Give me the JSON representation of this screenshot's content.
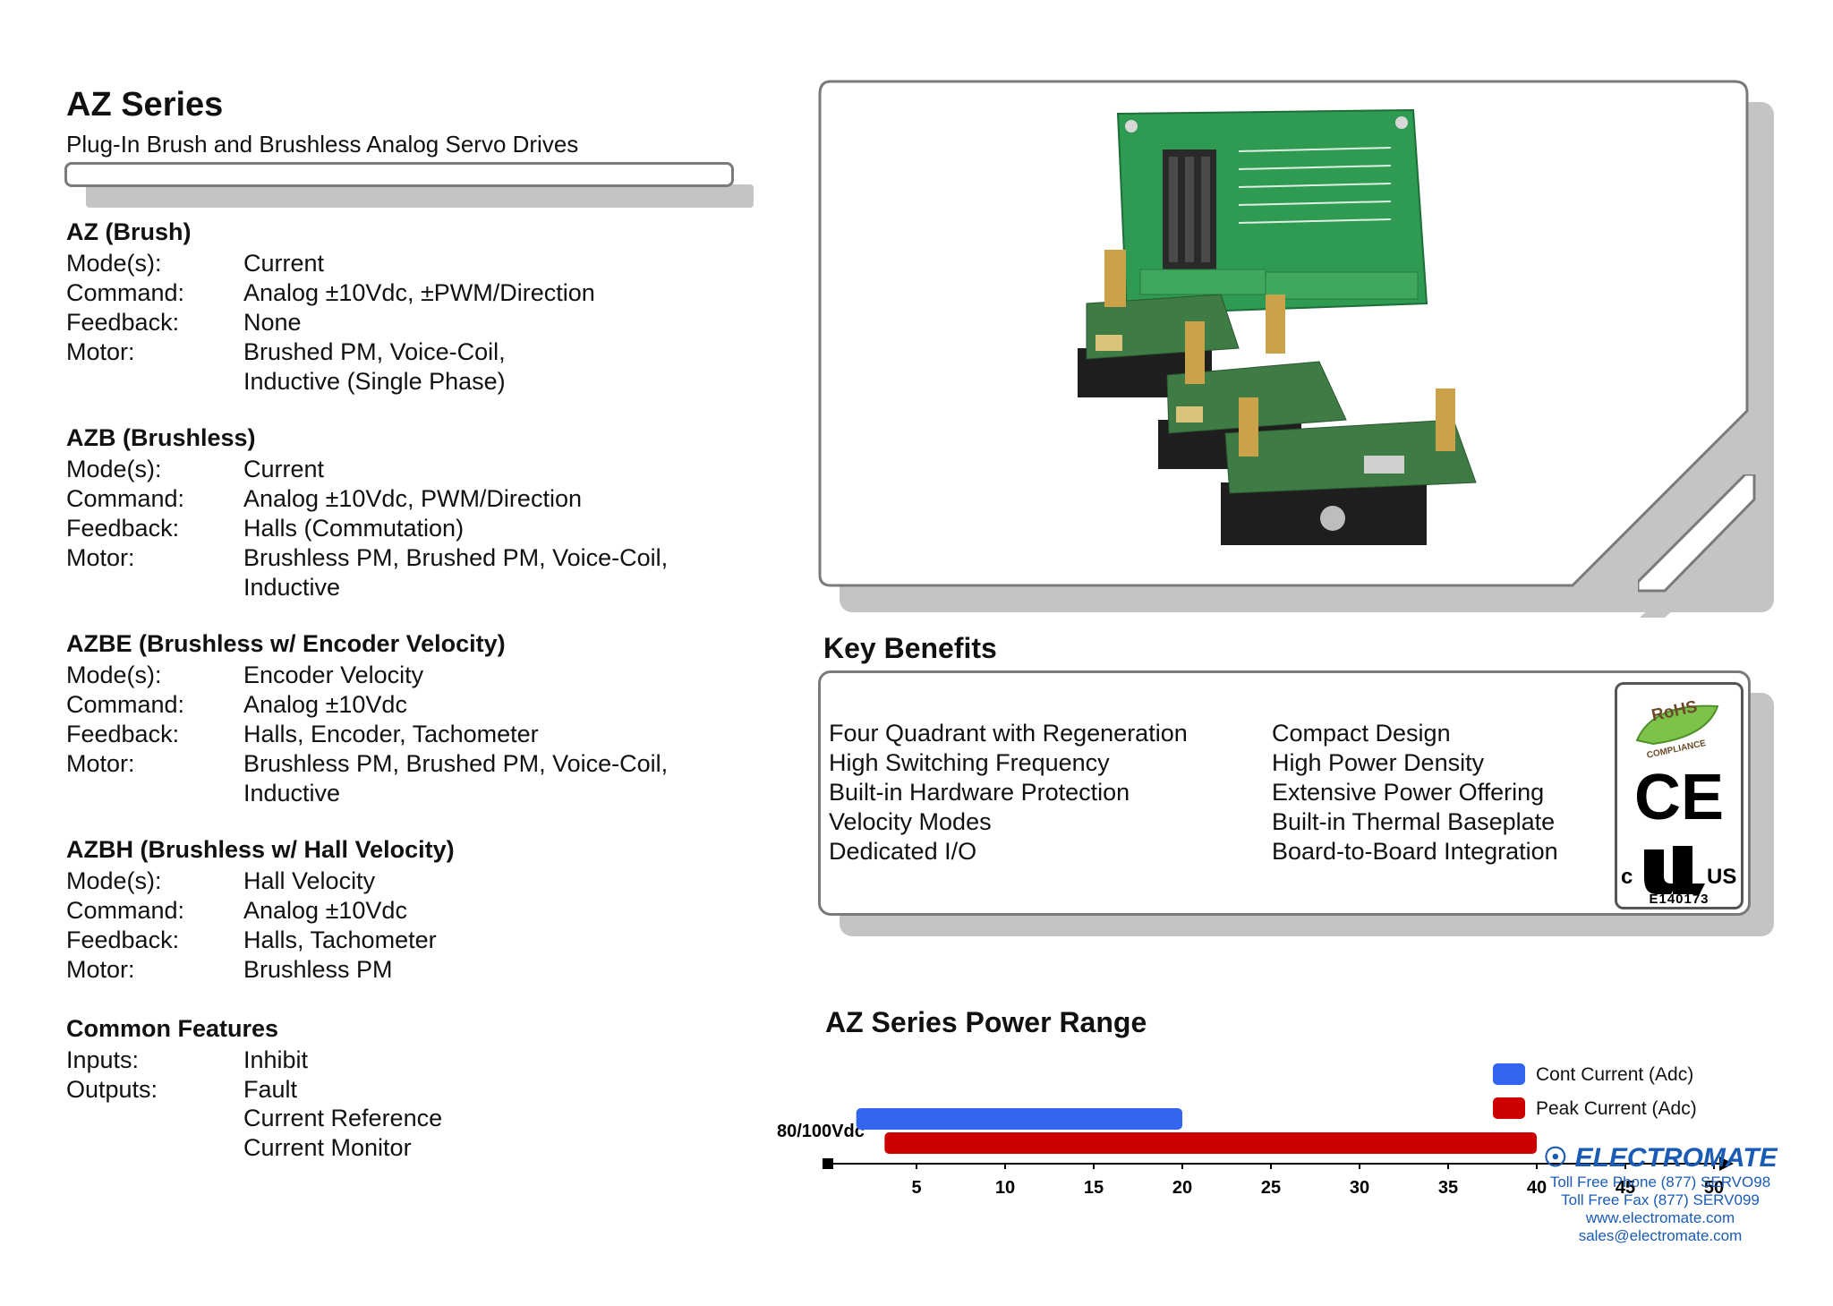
{
  "header": {
    "title": "AZ Series",
    "subtitle": "Plug-In Brush and Brushless Analog Servo Drives"
  },
  "sections": [
    {
      "heading": "AZ (Brush)",
      "rows": [
        {
          "label": "Mode(s):",
          "value": "Current"
        },
        {
          "label": "Command:",
          "value": "Analog ±10Vdc, ±PWM/Direction"
        },
        {
          "label": "Feedback:",
          "value": "None"
        },
        {
          "label": "Motor:",
          "value": "Brushed PM, Voice-Coil,"
        }
      ],
      "cont": "Inductive (Single Phase)"
    },
    {
      "heading": "AZB (Brushless)",
      "rows": [
        {
          "label": "Mode(s):",
          "value": "Current"
        },
        {
          "label": "Command:",
          "value": "Analog ±10Vdc, PWM/Direction"
        },
        {
          "label": "Feedback:",
          "value": "Halls (Commutation)"
        },
        {
          "label": "Motor:",
          "value": "Brushless PM, Brushed PM, Voice-Coil,"
        }
      ],
      "cont": "Inductive"
    },
    {
      "heading": "AZBE (Brushless w/ Encoder Velocity)",
      "rows": [
        {
          "label": "Mode(s):",
          "value": "Encoder Velocity"
        },
        {
          "label": "Command:",
          "value": "Analog ±10Vdc"
        },
        {
          "label": "Feedback:",
          "value": "Halls, Encoder, Tachometer"
        },
        {
          "label": "Motor:",
          "value": "Brushless PM, Brushed PM, Voice-Coil,"
        }
      ],
      "cont": "Inductive"
    },
    {
      "heading": "AZBH (Brushless w/ Hall Velocity)",
      "rows": [
        {
          "label": "Mode(s):",
          "value": "Hall Velocity"
        },
        {
          "label": "Command:",
          "value": "Analog ±10Vdc"
        },
        {
          "label": "Feedback:",
          "value": "Halls, Tachometer"
        },
        {
          "label": "Motor:",
          "value": "Brushless PM"
        }
      ]
    }
  ],
  "common": {
    "heading": "Common Features",
    "inputs_label": "Inputs:",
    "inputs": "Inhibit",
    "outputs_label": "Outputs:",
    "outputs": [
      "Fault",
      "Current Reference",
      "Current Monitor"
    ]
  },
  "benefits": {
    "title": "Key Benefits",
    "left": [
      "Four Quadrant with Regeneration",
      "High Switching Frequency",
      "Built-in Hardware Protection",
      "Velocity Modes",
      "Dedicated I/O"
    ],
    "right": [
      "Compact Design",
      "High Power Density",
      "Extensive Power Offering",
      "Built-in Thermal Baseplate",
      "Board-to-Board Integration"
    ]
  },
  "certs": {
    "rohs_top": "RoHS",
    "rohs_bottom": "COMPLIANCE",
    "ce": "CE",
    "ul_c": "c",
    "ul_us": "US",
    "ul_number": "E140173"
  },
  "chart_data": {
    "type": "bar",
    "title": "AZ Series Power Range",
    "category": "80/100Vdc",
    "x_ticks": [
      "5",
      "10",
      "15",
      "20",
      "25",
      "30",
      "35",
      "40",
      "45",
      "50"
    ],
    "xlim": [
      0,
      50
    ],
    "legend_position": "top-right",
    "series": [
      {
        "name": "Cont Current (Adc)",
        "range": [
          1.6,
          20
        ],
        "color": "#3366ee"
      },
      {
        "name": "Peak Current (Adc)",
        "range": [
          3.2,
          40
        ],
        "color": "#cc0000"
      }
    ]
  },
  "footer": {
    "brand": "ELECTROMATE",
    "lines": [
      "Toll Free Phone  (877) SERVO98",
      "Toll Free Fax  (877) SERV099",
      "www.electromate.com",
      "sales@electromate.com"
    ]
  }
}
